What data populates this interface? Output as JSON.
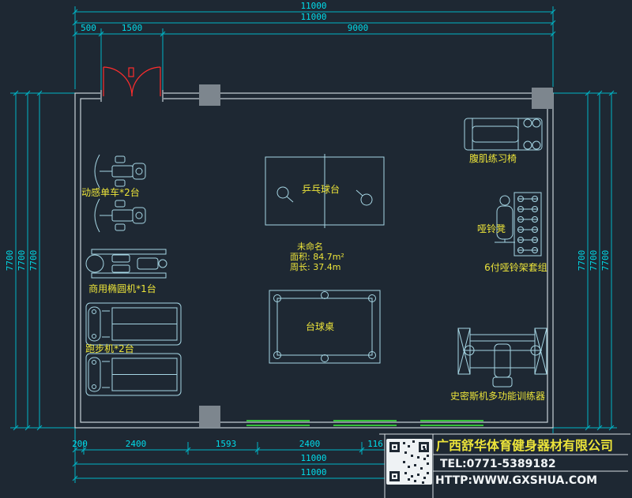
{
  "colors": {
    "background": "#1e2833",
    "dimension_lines": "#00b4c6",
    "dimension_text": "#00dcea",
    "equipment_lines": "#a6d6e4",
    "walls": "#c7d3d8",
    "labels_yellow": "#ece43a",
    "door_red": "#ff2d2d",
    "window_green": "#3bf23b",
    "column_gray": "#7d868e",
    "title_text_white": "#f2f5f7"
  },
  "dims": {
    "top_total1": "11000",
    "top_total2": "11000",
    "top_segments": [
      "500",
      "1500",
      "9000"
    ],
    "left": [
      "7700",
      "7700",
      "7700"
    ],
    "right": [
      "7700",
      "7700",
      "7700"
    ],
    "bottom_segments": [
      "200",
      "2400",
      "1593",
      "2400",
      "116"
    ],
    "bottom_total1": "11000",
    "bottom_total2": "11000"
  },
  "labels": {
    "spin_bikes": "动感单车*2台",
    "elliptical": "商用椭圆机*1台",
    "treadmills": "跑步机*2台",
    "pingpong": "乒乓球台",
    "room_name": "未命名",
    "room_area": "面积: 84.7m²",
    "room_perimeter": "周长: 37.4m",
    "billiards": "台球桌",
    "ab_chair": "腹肌练习椅",
    "dumbbell_bench": "哑铃凳",
    "dumbbell_rack": "6付哑铃架套组",
    "smith_machine": "史密斯机多功能训练器"
  },
  "title_block": {
    "company": "广西舒华体育健身器材有限公司",
    "tel": "TEL:0771-5389182",
    "website": "HTTP:WWW.GXSHUA.COM"
  }
}
